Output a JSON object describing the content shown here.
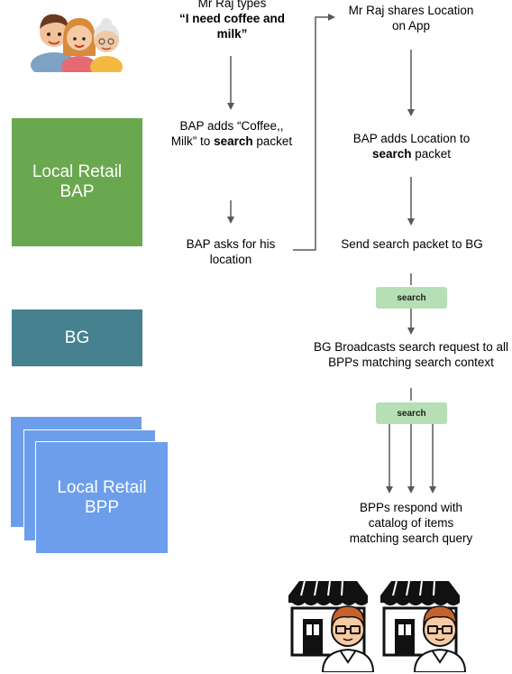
{
  "lanes": {
    "bap": "Local Retail\nBAP",
    "bg": "BG",
    "bpp": "Local Retail\nBPP"
  },
  "steps": {
    "raj_types_pre": "Mr Raj types",
    "raj_types_quote": "“I need coffee and milk”",
    "bap_adds_pre": "BAP adds “Coffee,, Milk” to",
    "bap_adds_bold": "search",
    "bap_adds_post": "packet",
    "bap_asks": "BAP asks for his location",
    "raj_shares": "Mr Raj shares Location on App",
    "bap_location_pre": "BAP adds Location to",
    "bap_location_bold": "search",
    "bap_location_post": "packet",
    "send_packet": "Send search packet to BG",
    "bg_broadcasts": "BG Broadcasts search request to all BPPs matching search context",
    "bpps_respond": "BPPs respond with catalog of items matching search query"
  },
  "pills": {
    "search_1": "search",
    "search_2": "search"
  },
  "colors": {
    "bap_green": "#6aa84f",
    "bg_teal": "#45818e",
    "bpp_blue": "#6d9eeb",
    "pill_green": "#b6dfb5",
    "arrow_gray": "#595959"
  },
  "icons": {
    "family": "family-icon",
    "store_owner": "store-owner-icon"
  }
}
